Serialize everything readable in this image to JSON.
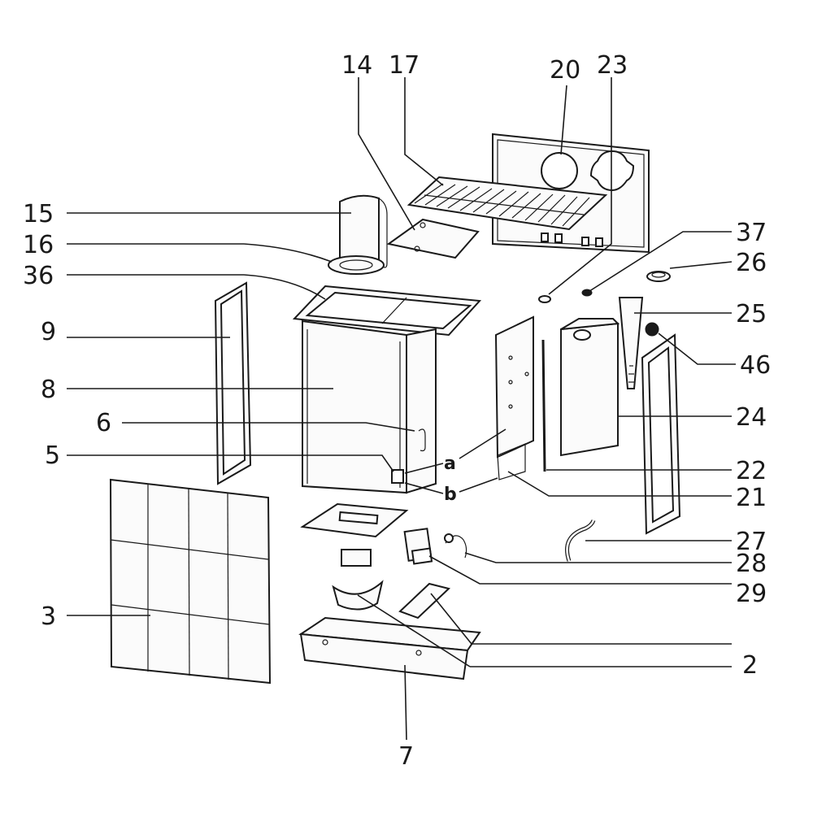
{
  "labels": {
    "l14": "14",
    "l17": "17",
    "l20": "20",
    "l23": "23",
    "l15": "15",
    "l16": "16",
    "l36": "36",
    "l9": "9",
    "l8": "8",
    "l6": "6",
    "l5": "5",
    "la": "a",
    "lb": "b",
    "l3": "3",
    "l37": "37",
    "l26": "26",
    "l25": "25",
    "l46": "46",
    "l24": "24",
    "l22": "22",
    "l21": "21",
    "l27": "27",
    "l28": "28",
    "l29": "29",
    "l2a": "2",
    "l2b": "2",
    "l7": "7"
  }
}
